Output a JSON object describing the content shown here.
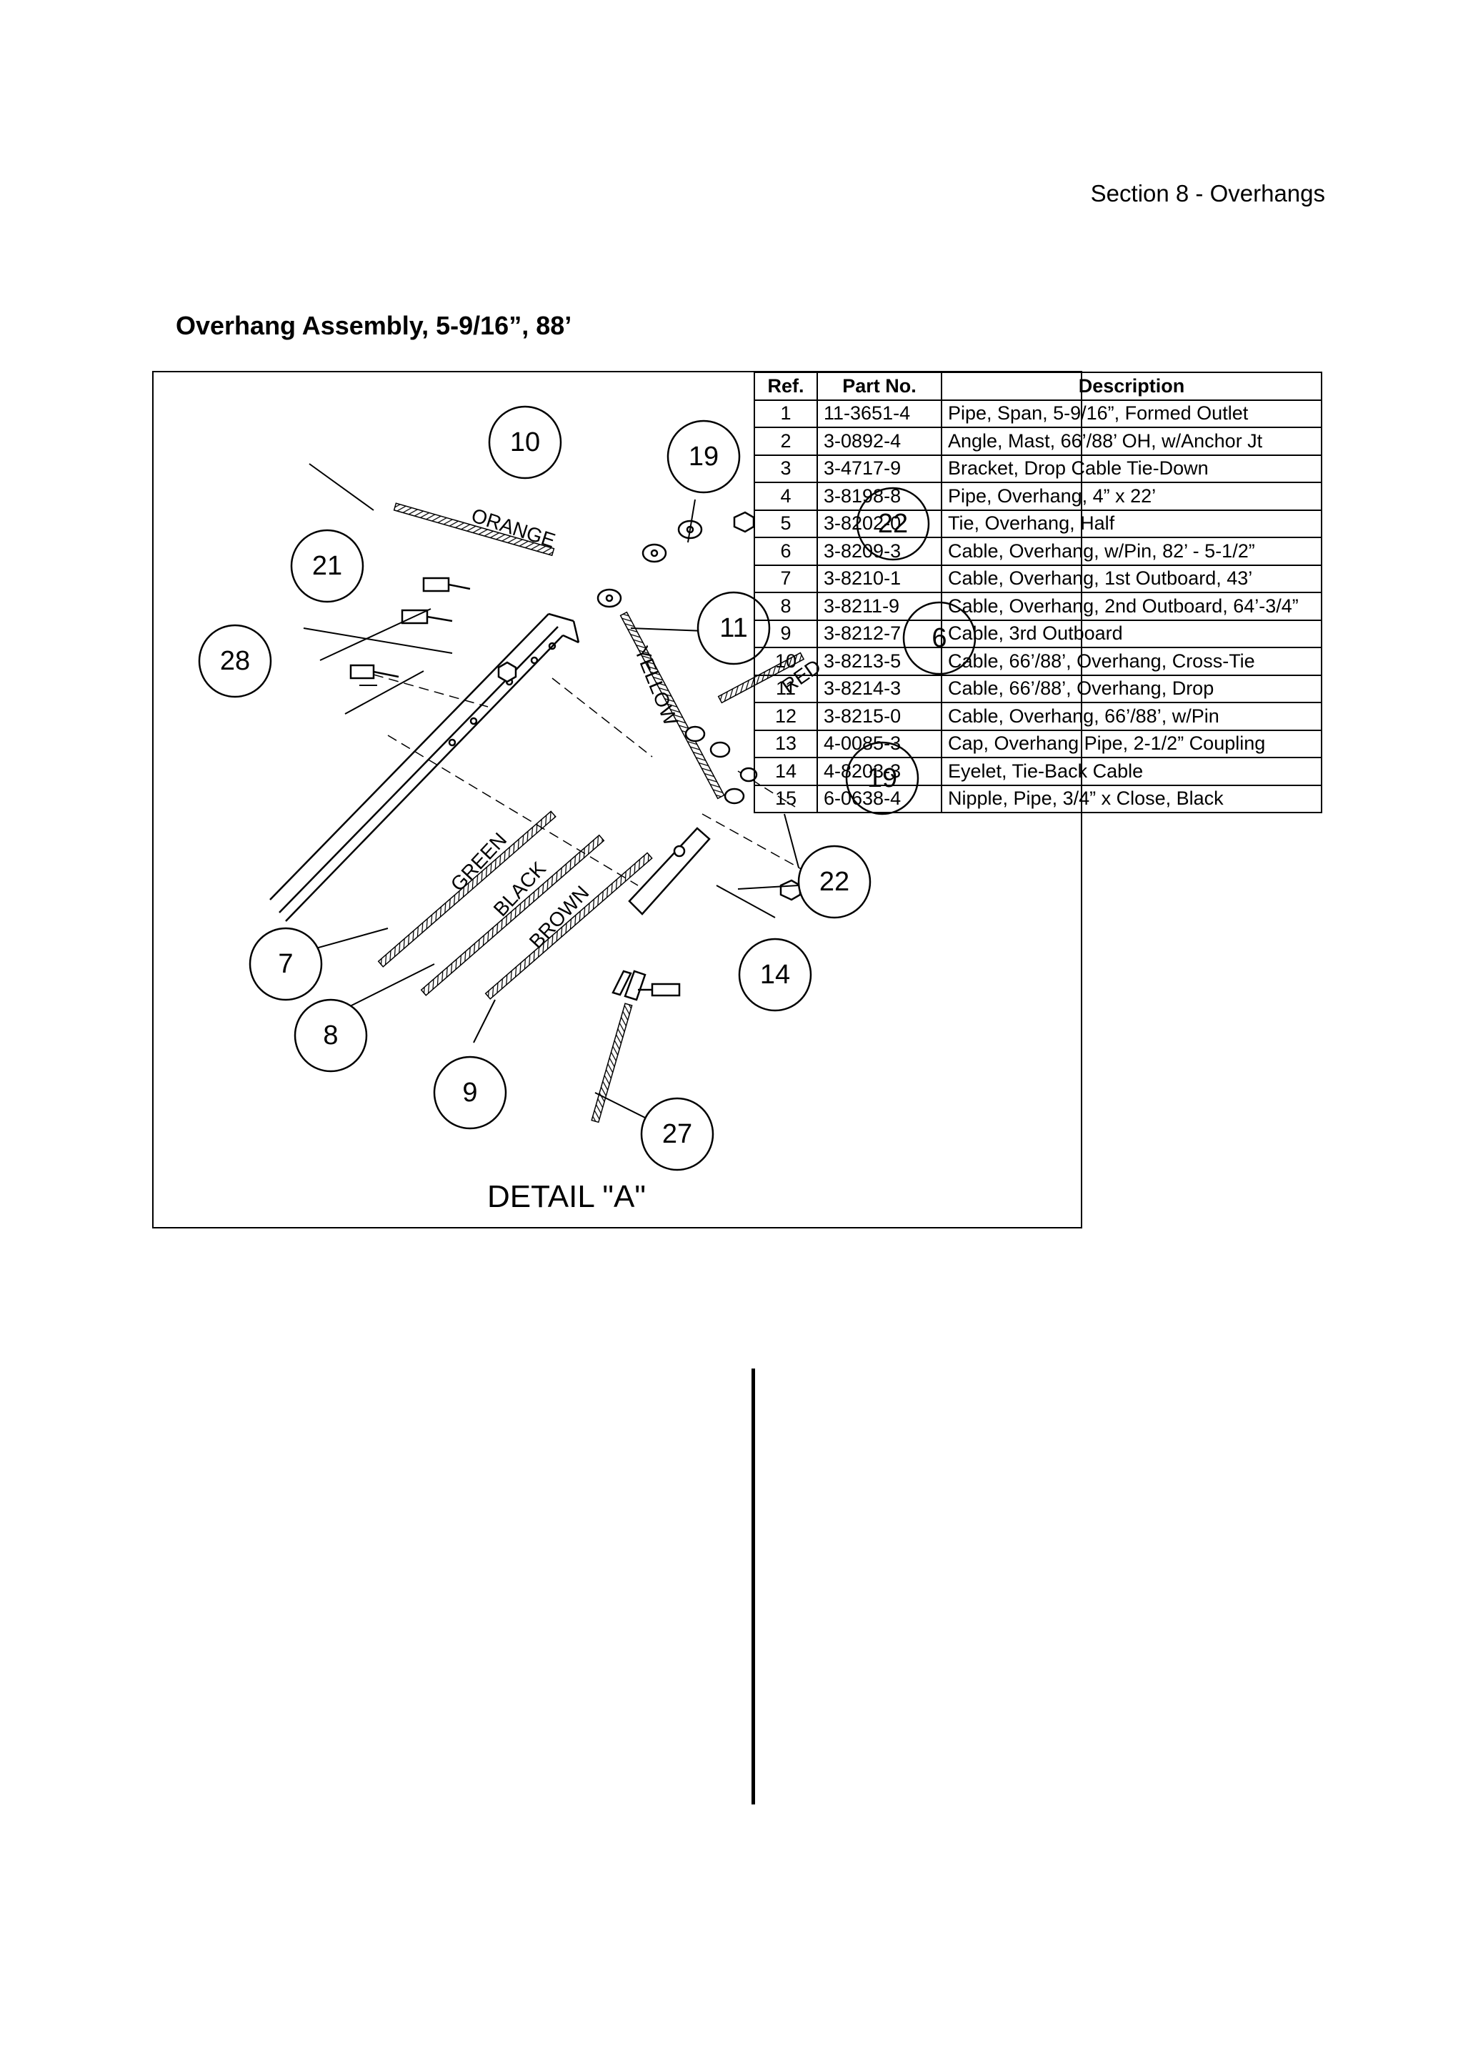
{
  "header": {
    "section": "Section 8 - Overhangs"
  },
  "title": "Overhang Assembly, 5-9/16”, 88’",
  "figure": {
    "caption": "DETAIL \"A\"",
    "callouts": [
      "10",
      "19",
      "21",
      "11",
      "28",
      "7",
      "8",
      "9",
      "14",
      "22",
      "27",
      "22",
      "6",
      "19"
    ],
    "cable_labels": [
      "ORANGE",
      "YELLOW",
      "RED",
      "GREEN",
      "BLACK",
      "BROWN"
    ]
  },
  "parts_table": {
    "columns": [
      "Ref.",
      "Part No.",
      "Description"
    ],
    "rows": [
      [
        "1",
        "11-3651-4",
        "Pipe, Span, 5-9/16”, Formed Outlet"
      ],
      [
        "2",
        "3-0892-4",
        "Angle, Mast, 66’/88’ OH, w/Anchor Jt"
      ],
      [
        "3",
        "3-4717-9",
        "Bracket, Drop Cable Tie-Down"
      ],
      [
        "4",
        "3-8198-8",
        "Pipe, Overhang, 4” x 22’"
      ],
      [
        "5",
        "3-8202-0",
        "Tie, Overhang, Half"
      ],
      [
        "6",
        "3-8209-3",
        "Cable, Overhang, w/Pin, 82’ - 5-1/2”"
      ],
      [
        "7",
        "3-8210-1",
        "Cable, Overhang, 1st Outboard, 43’"
      ],
      [
        "8",
        "3-8211-9",
        "Cable, Overhang, 2nd Outboard, 64’-3/4”"
      ],
      [
        "9",
        "3-8212-7",
        "Cable, 3rd Outboard"
      ],
      [
        "10",
        "3-8213-5",
        "Cable, 66’/88’, Overhang, Cross-Tie"
      ],
      [
        "11",
        "3-8214-3",
        "Cable, 66’/88’, Overhang, Drop"
      ],
      [
        "12",
        "3-8215-0",
        "Cable, Overhang, 66’/88’, w/Pin"
      ],
      [
        "13",
        "4-0085-3",
        "Cap, Overhang Pipe, 2-1/2” Coupling"
      ],
      [
        "14",
        "4-8203-3",
        "Eyelet, Tie-Back Cable"
      ],
      [
        "15",
        "6-0638-4",
        "Nipple, Pipe, 3/4” x Close, Black"
      ]
    ]
  }
}
